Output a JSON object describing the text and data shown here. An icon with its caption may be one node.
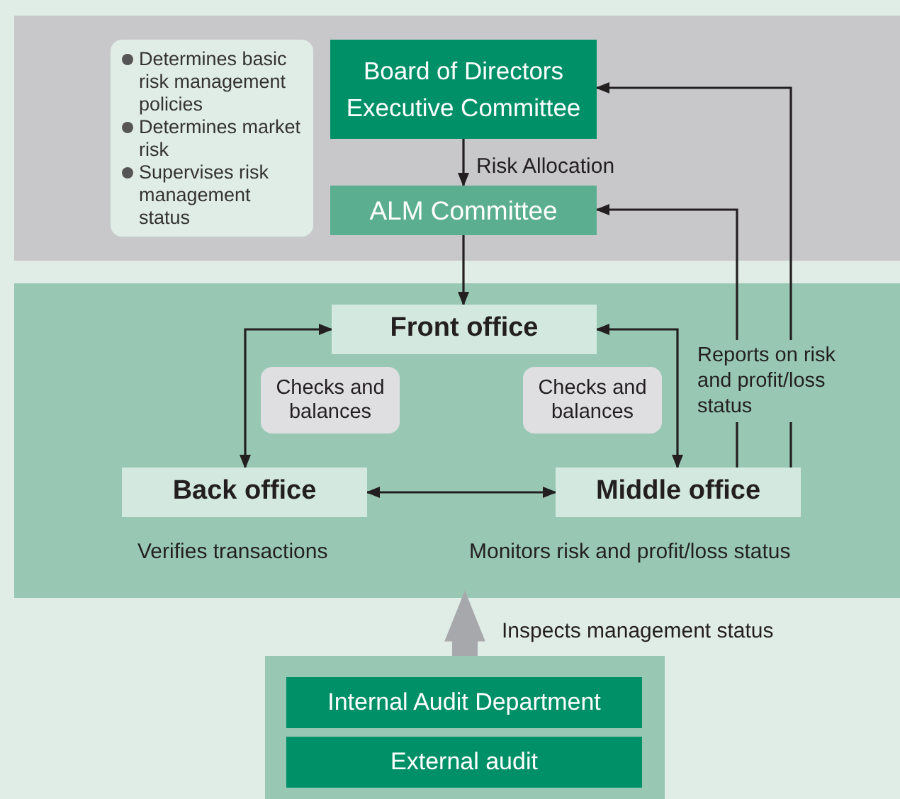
{
  "diagram": {
    "nodes": [
      {
        "text": [],
        "shape": "box"
      },
      {
        "text": [
          "Determines basic risk management policies",
          "Determines market risk",
          "Supervises risk management status"
        ],
        "in": 0
      },
      {
        "text": [
          "Board of Directors",
          "Executive Committee"
        ],
        "in": 0
      },
      {
        "text": [
          "ALM Committee"
        ],
        "in": 0
      },
      {
        "text": [],
        "shape": "box"
      },
      {
        "text": [
          "Front office"
        ],
        "in": 4
      },
      {
        "text": [
          "Back office"
        ],
        "in": 4,
        "beside": [
          "Verifies transactions"
        ]
      },
      {
        "text": [
          "Middle office"
        ],
        "in": 4,
        "beside": [
          "Monitors risk and profit/loss status"
        ]
      },
      {
        "text": [
          "Checks and balances"
        ],
        "in": 4
      },
      {
        "text": [
          "Checks and balances"
        ],
        "in": 4
      },
      {
        "text": [],
        "shape": "box"
      },
      {
        "text": [
          "Internal Audit Department"
        ],
        "in": 10
      },
      {
        "text": [
          "External audit"
        ],
        "in": 10
      }
    ],
    "edges": [
      {
        "from": 2,
        "to": 3,
        "arrow": "to",
        "label": "Risk Allocation"
      },
      {
        "from": 3,
        "to": 5,
        "arrow": "to"
      },
      {
        "from": 5,
        "to": 6,
        "arrow": "both"
      },
      {
        "from": 5,
        "to": 7,
        "arrow": "both"
      },
      {
        "from": 6,
        "to": 7,
        "arrow": "both"
      },
      {
        "from": 7,
        "to": 3,
        "arrow": "to",
        "label": "Reports on risk and profit/loss status"
      },
      {
        "from": 7,
        "to": 2,
        "arrow": "to"
      },
      {
        "from": 10,
        "to": 4,
        "arrow": "to",
        "label": "Inspects management status",
        "style": "thick",
        "color": "#a7a8ac"
      }
    ]
  }
}
